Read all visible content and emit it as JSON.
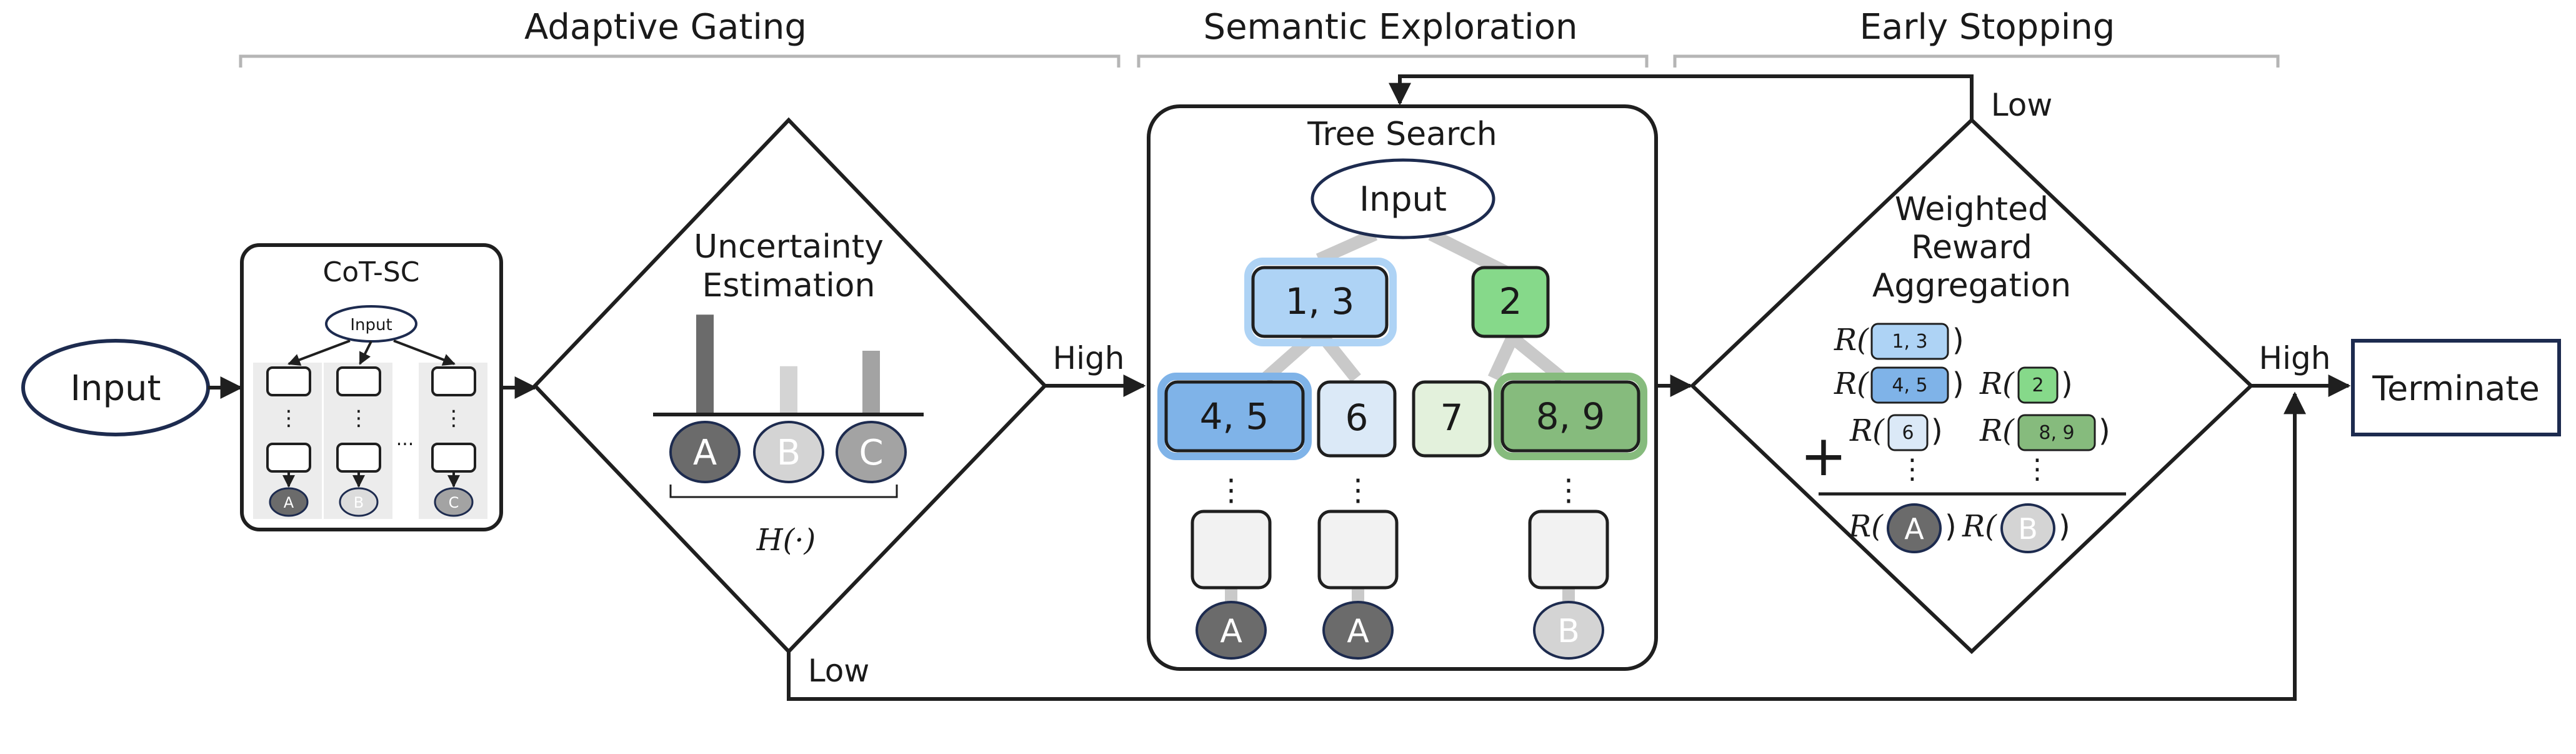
{
  "sections": {
    "adaptive_gating": "Adaptive Gating",
    "semantic_exploration": "Semantic Exploration",
    "early_stopping": "Early Stopping"
  },
  "input_label": "Input",
  "cot_sc": {
    "title": "CoT-SC",
    "input": "Input",
    "dots": "⋮",
    "ellipsis": "...",
    "answers": [
      "A",
      "B",
      "C"
    ]
  },
  "uncertainty": {
    "title_line1": "Uncertainty",
    "title_line2": "Estimation",
    "bars": [
      {
        "label": "A",
        "value": 0.95
      },
      {
        "label": "B",
        "value": 0.45
      },
      {
        "label": "C",
        "value": 0.6
      }
    ],
    "entropy": "H(·)"
  },
  "edge_labels": {
    "high_1": "High",
    "low_1": "Low",
    "low_2": "Low",
    "high_2": "High"
  },
  "tree_search": {
    "title": "Tree Search",
    "input": "Input",
    "level1": [
      "1, 3",
      "2"
    ],
    "level2": [
      "4, 5",
      "6",
      "7",
      "8, 9"
    ],
    "dots": "⋮",
    "leaves": [
      "A",
      "A",
      "B"
    ]
  },
  "reward": {
    "title_line1": "Weighted",
    "title_line2": "Reward",
    "title_line3": "Aggregation",
    "terms": [
      "1, 3",
      "4, 5",
      "2",
      "6",
      "8, 9"
    ],
    "r_prefix": "R(",
    "r_suffix": ")",
    "plus": "+",
    "dots": "⋮",
    "denominator": [
      "A",
      "B"
    ]
  },
  "terminate": "Terminate",
  "colors": {
    "stroke": "#1f1f1f",
    "blue_light": "#aed3f5",
    "blue_mid": "#7fb3e8",
    "blue_pale": "#dbe9f7",
    "green_bright": "#86d98a",
    "green_pale": "#e3f1dc",
    "green_mid": "#86bb7d",
    "grey_node": "#6b6b6b",
    "grey_light": "#d4d4d4",
    "grey_mid": "#a3a3a3"
  }
}
